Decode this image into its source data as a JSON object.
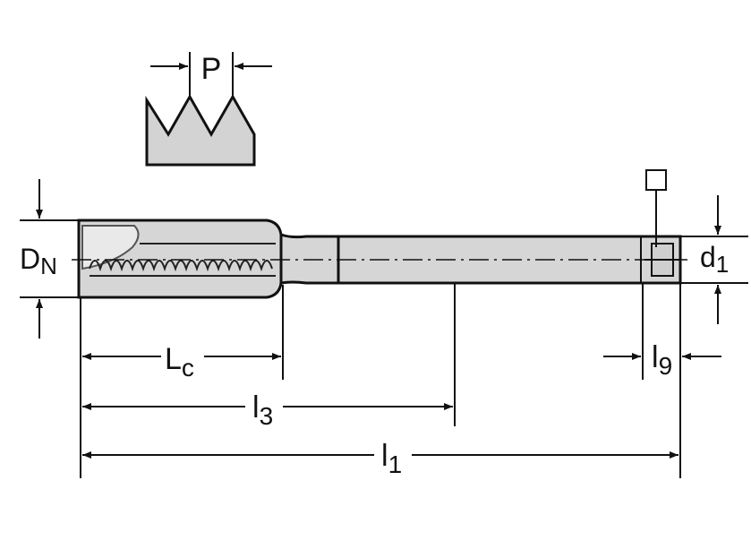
{
  "labels": {
    "pitch": "P",
    "nominal_diameter_main": "D",
    "nominal_diameter_sub": "N",
    "shank_diameter_main": "d",
    "shank_diameter_sub": "1",
    "chamfer_length_main": "L",
    "chamfer_length_sub": "c",
    "length_3_main": "l",
    "length_3_sub": "3",
    "total_length_main": "l",
    "total_length_sub": "1",
    "square_length_main": "l",
    "square_length_sub": "9"
  },
  "colors": {
    "tool_fill": "#d6d6d6",
    "outline": "#111111",
    "profile_fill": "#d3d3d3"
  }
}
